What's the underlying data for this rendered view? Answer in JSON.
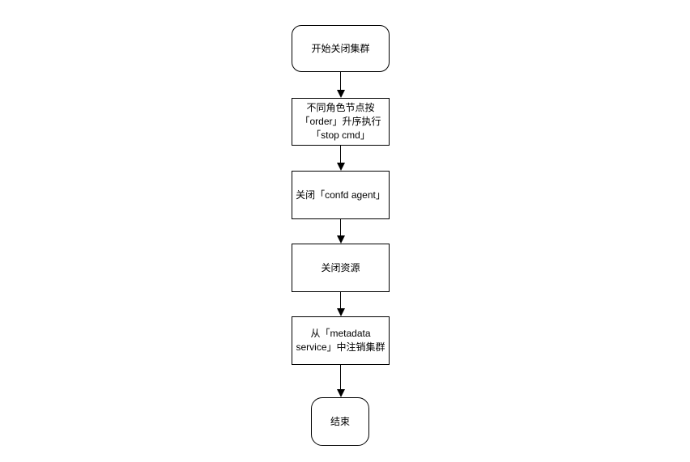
{
  "diagram": {
    "type": "flowchart",
    "direction": "top-down",
    "colors": {
      "background": "#ffffff",
      "node_fill": "#ffffff",
      "node_stroke": "#000000",
      "text": "#000000",
      "connector": "#000000"
    },
    "nodes": [
      {
        "id": "start",
        "shape": "rounded-terminal",
        "label": "开始关闭集群"
      },
      {
        "id": "exec-stop-cmd",
        "shape": "rect-process",
        "label": "不同角色节点按\n「order」升序执行\n「stop cmd」"
      },
      {
        "id": "stop-confd-agent",
        "shape": "rect-process",
        "label": "关闭「confd agent」"
      },
      {
        "id": "close-resources",
        "shape": "rect-process",
        "label": "关闭资源"
      },
      {
        "id": "deregister-cluster",
        "shape": "rect-process",
        "label": "从「metadata\nservice」中注销集群"
      },
      {
        "id": "end",
        "shape": "rounded-terminal",
        "label": "结束"
      }
    ],
    "edges": [
      {
        "from": "start",
        "to": "exec-stop-cmd",
        "style": "solid-arrow"
      },
      {
        "from": "exec-stop-cmd",
        "to": "stop-confd-agent",
        "style": "solid-arrow"
      },
      {
        "from": "stop-confd-agent",
        "to": "close-resources",
        "style": "solid-arrow"
      },
      {
        "from": "close-resources",
        "to": "deregister-cluster",
        "style": "solid-arrow"
      },
      {
        "from": "deregister-cluster",
        "to": "end",
        "style": "solid-arrow"
      }
    ]
  }
}
